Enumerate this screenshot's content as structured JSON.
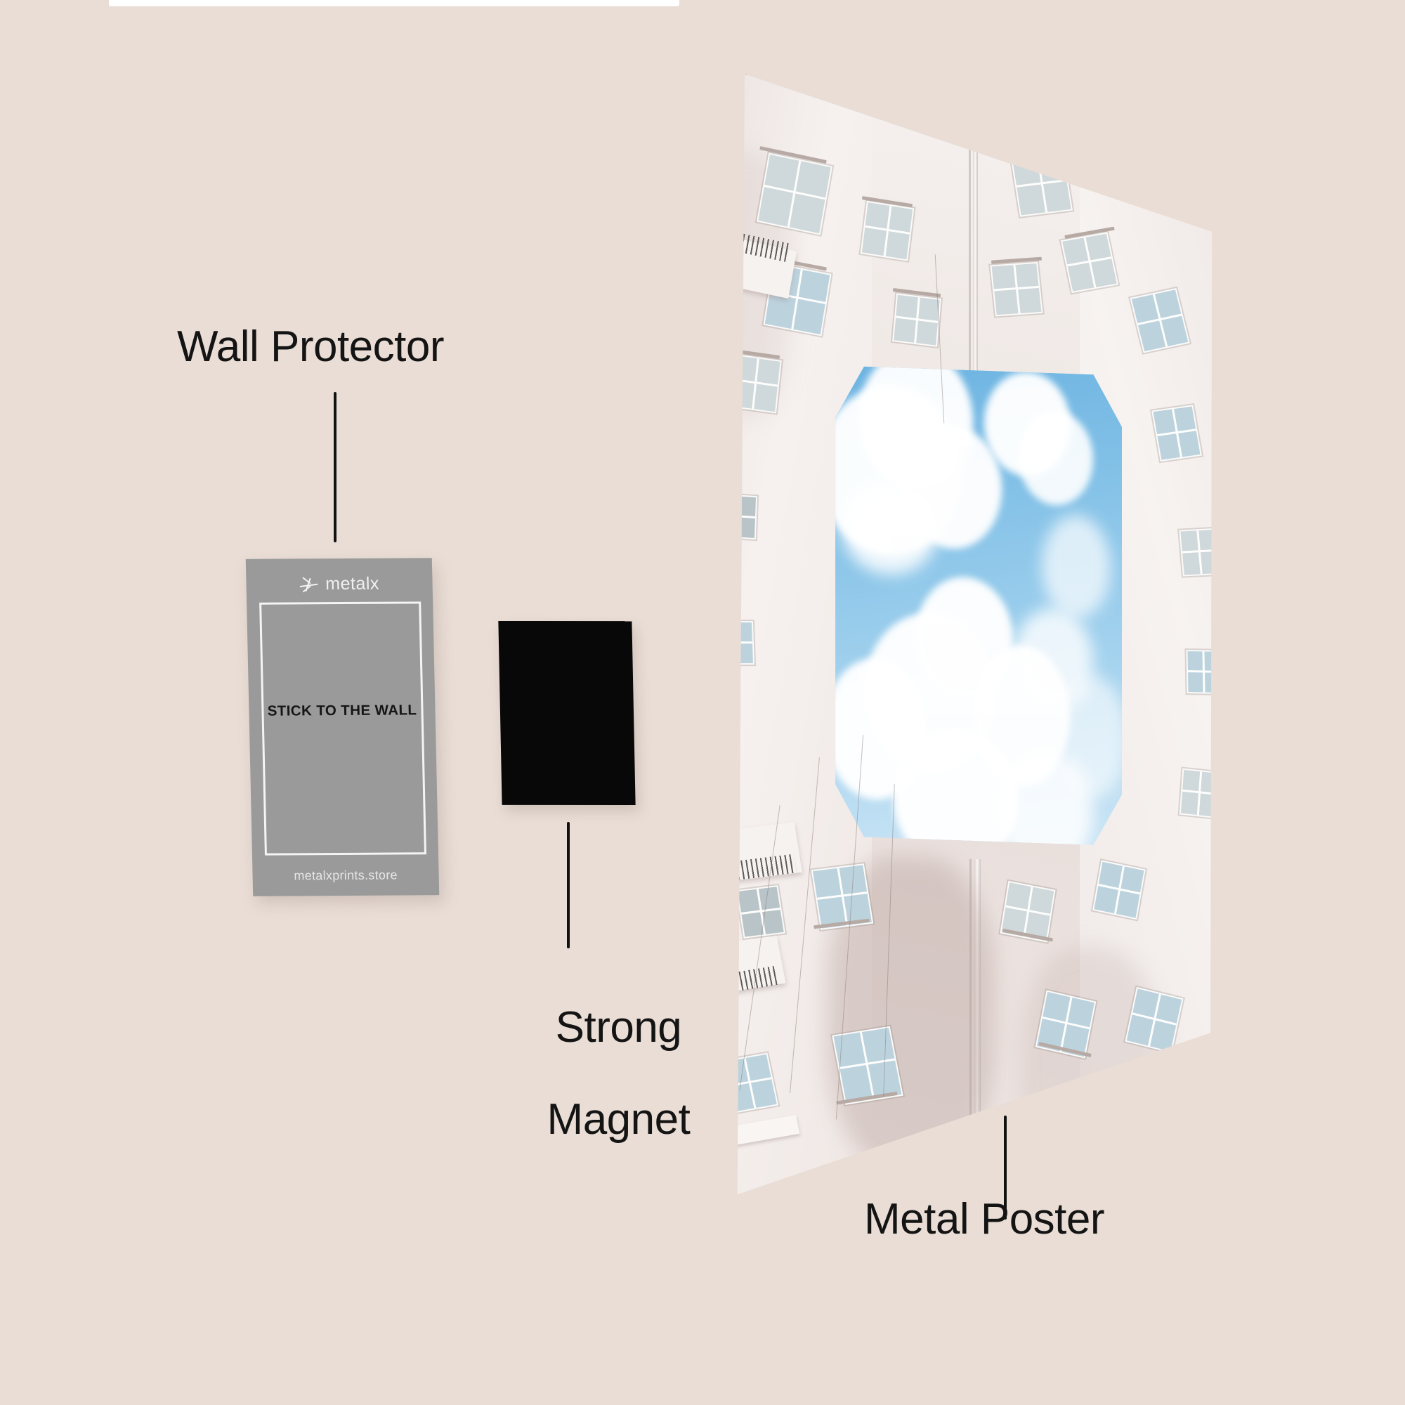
{
  "page": {
    "background_color": "#e9ddd5",
    "top_strip_color": "#ffffff"
  },
  "callouts": [
    {
      "id": "wall-protector",
      "label": "Wall Protector"
    },
    {
      "id": "strong-magnet",
      "label": "Strong\nMagnet"
    },
    {
      "id": "metal-poster",
      "label": "Metal Poster"
    }
  ],
  "labels": {
    "wall_protector": "Wall Protector",
    "strong_magnet_line1": "Strong",
    "strong_magnet_line2": "Magnet",
    "metal_poster": "Metal Poster"
  },
  "wall_protector_card": {
    "brand": "metalx",
    "brand_mark": "metalx-star-icon",
    "center_text": "STICK TO THE WALL",
    "url": "metalxprints.store",
    "background_color": "#9a9a9a",
    "frame_color": "#f4f4f4",
    "text_color": "#161616"
  },
  "magnet": {
    "name": "Strong Magnet",
    "color": "#080808"
  },
  "metal_poster": {
    "name": "Metal Poster",
    "artwork": "Looking up at a courtyard of a pale apartment building with blue sky and white clouds"
  }
}
